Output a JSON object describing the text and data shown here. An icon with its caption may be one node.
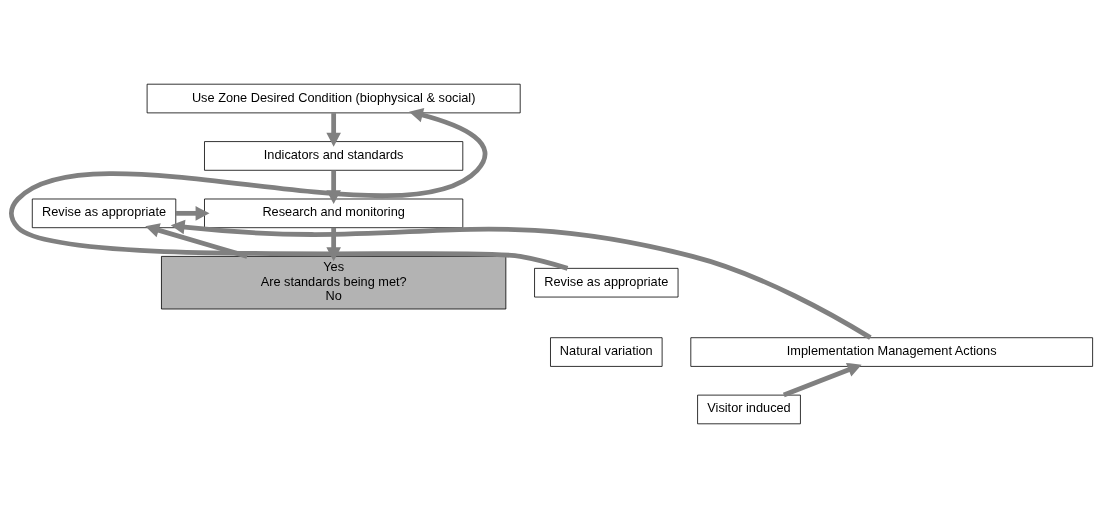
{
  "diagram": {
    "nodes": [
      {
        "text": [
          "Use Zone Desired Condition (biophysical & social)"
        ]
      },
      {
        "text": [
          "Indicators and standards"
        ]
      },
      {
        "text": [
          "Research and monitoring"
        ]
      },
      {
        "text": [
          "Yes",
          "Are standards being met?",
          "No"
        ]
      },
      {
        "text": [
          "Implementation Management Actions"
        ]
      },
      {
        "text": [
          "Revise as appropriate"
        ]
      },
      {
        "text": [
          "Revise as appropriate"
        ]
      },
      {
        "text": [
          "Natural variation"
        ]
      },
      {
        "text": [
          "Visitor induced"
        ]
      }
    ],
    "edges": [
      {
        "from": 0,
        "to": 1,
        "arrow": "to"
      },
      {
        "from": 1,
        "to": 2,
        "arrow": "to"
      },
      {
        "from": 5,
        "to": 2,
        "arrow": "to"
      },
      {
        "from": 2,
        "to": 3,
        "arrow": "to"
      },
      {
        "from": 3,
        "to": 5,
        "arrow": "to"
      },
      {
        "from": 4,
        "to": 5,
        "arrow": "to"
      },
      {
        "from": 6,
        "to": 0,
        "arrow": "to"
      },
      {
        "from": 8,
        "to": 4,
        "arrow": "to"
      }
    ]
  }
}
